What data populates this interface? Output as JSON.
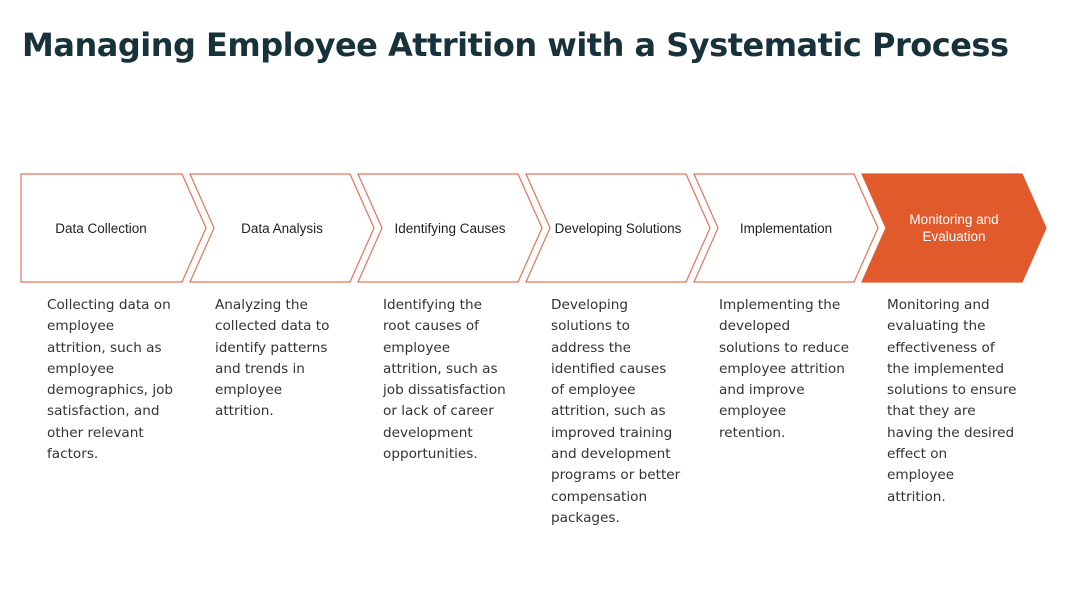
{
  "title": "Managing Employee Attrition with a Systematic Process",
  "colors": {
    "title": "#17323a",
    "accent": "#e05a2b",
    "outline": "#e8735a",
    "text": "#333333"
  },
  "steps": [
    {
      "label": "Data Collection",
      "description": "Collecting data on employee attrition, such as employee demographics, job satisfaction, and other relevant factors.",
      "active": false
    },
    {
      "label": "Data Analysis",
      "description": "Analyzing the collected data to identify patterns and trends in employee attrition.",
      "active": false
    },
    {
      "label": "Identifying Causes",
      "description": "Identifying the root causes of employee attrition, such as job dissatisfaction or lack of career development opportunities.",
      "active": false
    },
    {
      "label": "Developing Solutions",
      "description": "Developing solutions to address the identified causes of employee attrition, such as improved training and development programs or better compensation packages.",
      "active": false
    },
    {
      "label": "Implementation",
      "description": "Implementing the developed solutions to reduce employee attrition and improve employee retention.",
      "active": false
    },
    {
      "label": "Monitoring and Evaluation",
      "description": "Monitoring and evaluating the effectiveness of the implemented solutions to ensure that they are having the desired effect on employee attrition.",
      "active": true
    }
  ]
}
